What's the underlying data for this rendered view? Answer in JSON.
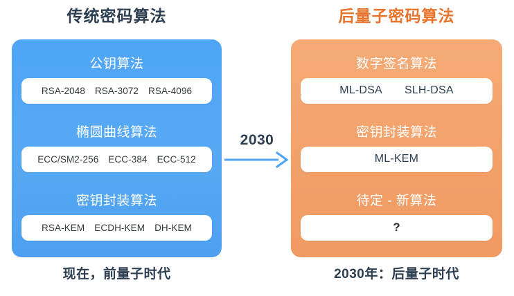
{
  "left": {
    "title": "传统密码算法",
    "title_color": "#2c3e50",
    "panel_color": "#4da3f5",
    "footer": "现在，前量子时代",
    "groups": [
      {
        "head": "公钥算法",
        "items": [
          "RSA-2048",
          "RSA-3072",
          "RSA-4096"
        ]
      },
      {
        "head": "椭圆曲线算法",
        "items": [
          "ECC/SM2-256",
          "ECC-384",
          "ECC-512"
        ]
      },
      {
        "head": "密钥封装算法",
        "items": [
          "RSA-KEM",
          "ECDH-KEM",
          "DH-KEM"
        ]
      }
    ]
  },
  "right": {
    "title": "后量子密码算法",
    "title_color": "#e8742c",
    "panel_color": "#f4a268",
    "footer": "2030年：后量子时代",
    "groups": [
      {
        "head": "数字签名算法",
        "items": [
          "ML-DSA",
          "SLH-DSA"
        ]
      },
      {
        "head": "密钥封装算法",
        "items": [
          "ML-KEM"
        ]
      },
      {
        "head": "待定 - 新算法",
        "items": [
          "?"
        ]
      }
    ]
  },
  "transition": {
    "label": "2030",
    "arrow_color": "#4da3f5",
    "icon": "right-arrow-icon"
  }
}
